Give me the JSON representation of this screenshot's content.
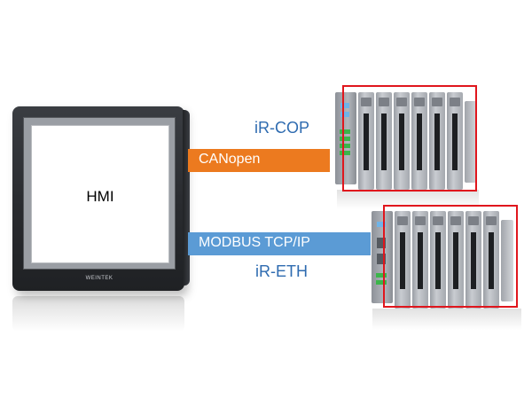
{
  "hmi": {
    "label": "HMI",
    "brand": "WEINTEK"
  },
  "links": {
    "canopen": {
      "label": "CANopen",
      "color": "#ec7a1f"
    },
    "modbus": {
      "label": "MODBUS TCP/IP",
      "color": "#5b9bd5"
    }
  },
  "devices": {
    "ir_cop": {
      "label": "iR-COP",
      "modules": 6
    },
    "ir_eth": {
      "label": "iR-ETH",
      "modules": 6
    }
  },
  "colors": {
    "label_blue": "#2e6bb0",
    "highlight_red": "#e0161d"
  }
}
